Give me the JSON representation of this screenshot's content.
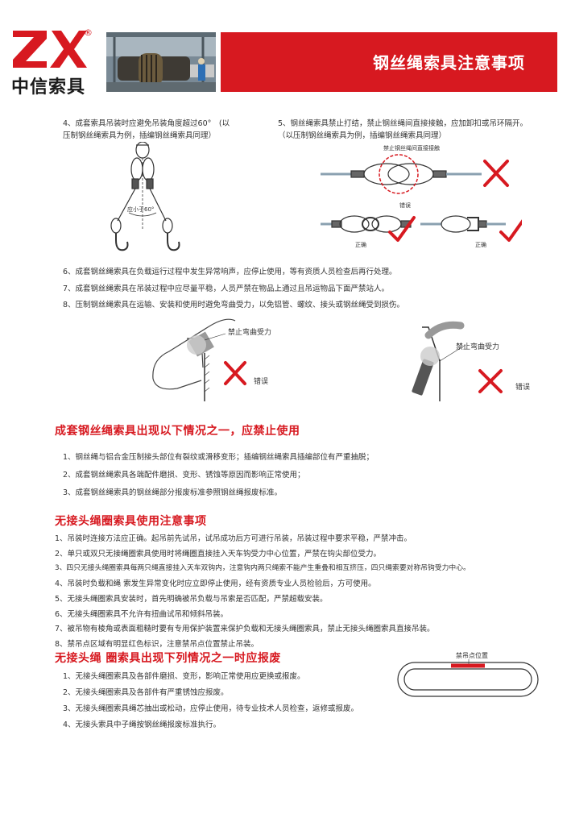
{
  "brand": {
    "logo_text": "ZX",
    "reg_mark": "®",
    "name_cn": "中信索具",
    "accent": "#d71920"
  },
  "header": {
    "title": "钢丝绳索具注意事项"
  },
  "item4": {
    "line1": "4、成套索具吊装时应避免吊装角度超过60°　(以",
    "line2": "压制钢丝绳索具为例，插编钢丝绳索具同理）",
    "angle_label": "应小于60°"
  },
  "item5": {
    "line1": "5、钢丝绳索具禁止打结，禁止钢丝绳间直接接触，应加卸扣或吊环隔开。",
    "line2": "（以压制钢丝绳索具为例，插编钢丝绳索具同理）",
    "banner": "禁止钢丝绳间直接接触",
    "wrong": "错误",
    "right1": "正确",
    "right2": "正确"
  },
  "rules_678": [
    "6、成套钢丝绳索具在负载运行过程中发生异常响声，应停止使用，等有资质人员检查后再行处理。",
    "7、成套钢丝绳索具在吊装过程中应尽量平稳，人员严禁在物品上通过且吊运物品下面严禁站人。",
    "8、压制钢丝绳索具在运输、安装和使用时避免弯曲受力，以免铝管、螺纹、接头或钢丝绳受到损伤。"
  ],
  "bend": {
    "left_label": "禁止弯曲受力",
    "left_wrong": "错误",
    "right_label": "禁止弯曲受力",
    "right_wrong": "错误"
  },
  "section1": {
    "title": "成套钢丝绳索具出现以下情况之一，应禁止使用",
    "items": [
      "1、钢丝绳与铝合金压制接头部位有裂纹或滑移变形；插编钢丝绳索具插编部位有严重抽脱；",
      "2、成套钢丝绳索具各端配件磨损、变形、锈蚀等原因而影响正常使用；",
      "3、成套钢丝绳索具的钢丝绳部分报废标准参照钢丝绳报废标准。"
    ]
  },
  "section2": {
    "title": "无接头绳圈索具使用注意事项",
    "items": [
      "1、吊装时连接方法应正确。起吊前先试吊，试吊成功后方可进行吊装，吊装过程中要求平稳，严禁冲击。",
      "2、单只或双只无接绳圈索具使用时将绳圈直接挂入天车钩受力中心位置，严禁在钩尖部位受力。",
      "3、四只无接头绳圈索具每两只绳直接挂入天车双钩内，注意钩内两只绳索不能产生重叠和相互挤压，四只绳索要对称吊钩受力中心。",
      "4、吊装时负载和绳 索发生异常变化时应立即停止使用，经有资质专业人员检验后，方可使用。",
      "5、无接头绳圈索具安装时，首先明确被吊负载与吊索是否匹配，严禁超载安装。",
      "6、无接头绳圈索具不允许有扭曲试吊和倾斜吊装。",
      "7、被吊物有棱角或表面粗糙时要有专用保护装置来保护负载和无接头绳圈索具，禁止无接头绳圈索具直接吊装。",
      "8、禁吊点区域有明显红色标识，注意禁吊点位置禁止吊装。"
    ]
  },
  "section3": {
    "title": "无接头绳 圈索具出现下列情况之一时应报废",
    "items": [
      "1、无接头绳圈索具及各部件磨损、变形，影响正常使用应更换或报废。",
      "2、无接头绳圈索具及各部件有严重锈蚀应报废。",
      "3、无接头绳圈索具绳芯抽出或松动，应停止使用，待专业技术人员检查，返修或报废。",
      "4、无接头索具中子绳按钢丝绳报废标准执行。"
    ],
    "loop_label": "禁吊点位置"
  }
}
